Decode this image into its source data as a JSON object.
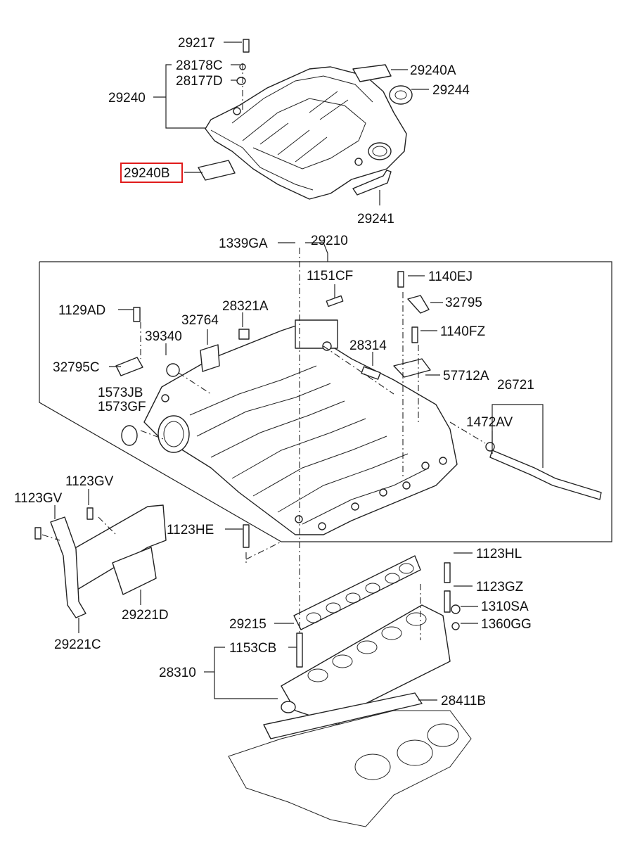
{
  "colors": {
    "highlight": "#e01b1b",
    "line": "#222222"
  },
  "labels": {
    "l29217": "29217",
    "l28178C": "28178C",
    "l28177D": "28177D",
    "l29240": "29240",
    "l29240A": "29240A",
    "l29244": "29244",
    "l29240B": "29240B",
    "l29241": "29241",
    "l1339GA": "1339GA",
    "l29210": "29210",
    "l1151CF": "1151CF",
    "l1140EJ": "1140EJ",
    "l1129AD": "1129AD",
    "l28321A": "28321A",
    "l32795": "32795",
    "l32764": "32764",
    "l1140FZ": "1140FZ",
    "l39340": "39340",
    "l28314": "28314",
    "l32795C": "32795C",
    "l57712A": "57712A",
    "l26721": "26721",
    "l1573JB": "1573JB",
    "l1573GF": "1573GF",
    "l1472AV": "1472AV",
    "l1123GV_a": "1123GV",
    "l1123GV_b": "1123GV",
    "l1123HE": "1123HE",
    "l1123HL": "1123HL",
    "l1123GZ": "1123GZ",
    "l29221D": "29221D",
    "l1310SA": "1310SA",
    "l29215": "29215",
    "l1360GG": "1360GG",
    "l29221C": "29221C",
    "l1153CB": "1153CB",
    "l28310": "28310",
    "l28411B": "28411B"
  }
}
